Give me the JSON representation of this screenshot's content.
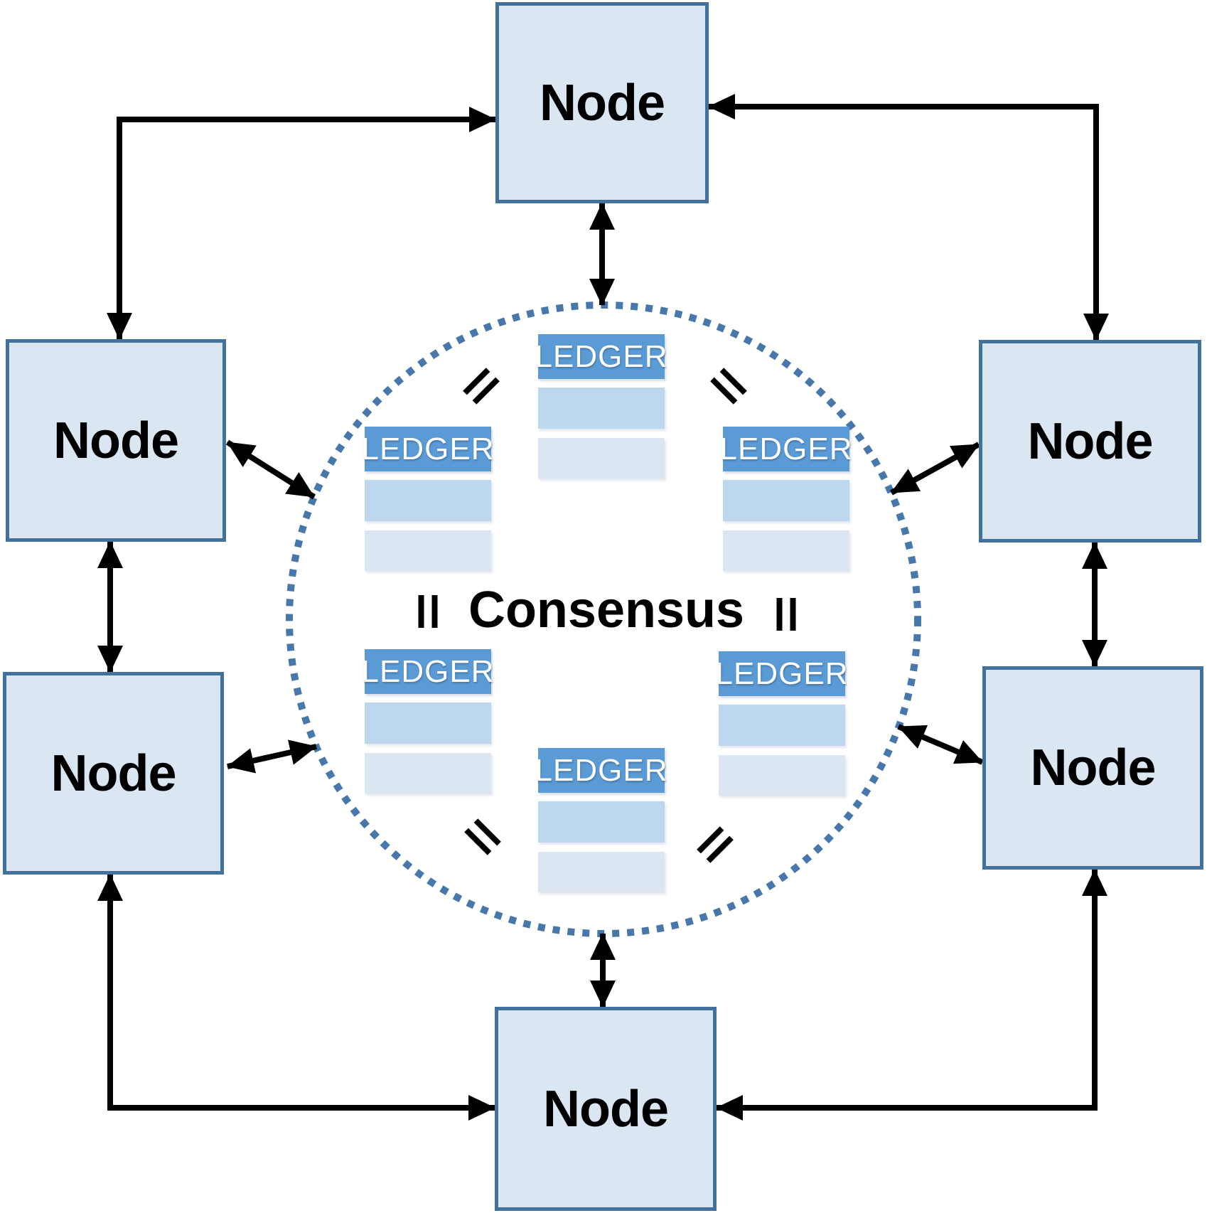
{
  "labels": {
    "consensus": "Consensus"
  },
  "nodes": [
    {
      "id": "top",
      "label": "Node"
    },
    {
      "id": "left-upper",
      "label": "Node"
    },
    {
      "id": "left-lower",
      "label": "Node"
    },
    {
      "id": "right-upper",
      "label": "Node"
    },
    {
      "id": "right-lower",
      "label": "Node"
    },
    {
      "id": "bottom",
      "label": "Node"
    }
  ],
  "ledgers": [
    {
      "id": "top-center",
      "label": "LEDGER"
    },
    {
      "id": "upper-left",
      "label": "LEDGER"
    },
    {
      "id": "upper-right",
      "label": "LEDGER"
    },
    {
      "id": "lower-left",
      "label": "LEDGER"
    },
    {
      "id": "lower-right",
      "label": "LEDGER"
    },
    {
      "id": "bottom-center",
      "label": "LEDGER"
    }
  ],
  "equals_signs": [
    {
      "id": "upper-left",
      "symbol": "="
    },
    {
      "id": "upper-right",
      "symbol": "="
    },
    {
      "id": "mid-left",
      "symbol": "="
    },
    {
      "id": "mid-right",
      "symbol": "="
    },
    {
      "id": "lower-left",
      "symbol": "="
    },
    {
      "id": "lower-right",
      "symbol": "="
    }
  ],
  "colors": {
    "node_fill": "#dbe6f3",
    "node_border": "#41719c",
    "ledger_header": "#5b9bd5",
    "ledger_row_mid": "#bdd7ee",
    "ledger_row_light": "#dce6f2",
    "circle_dots": "#4878ab",
    "arrow": "#000000",
    "label_text": "#000000",
    "ledger_text": "#ffffff"
  }
}
